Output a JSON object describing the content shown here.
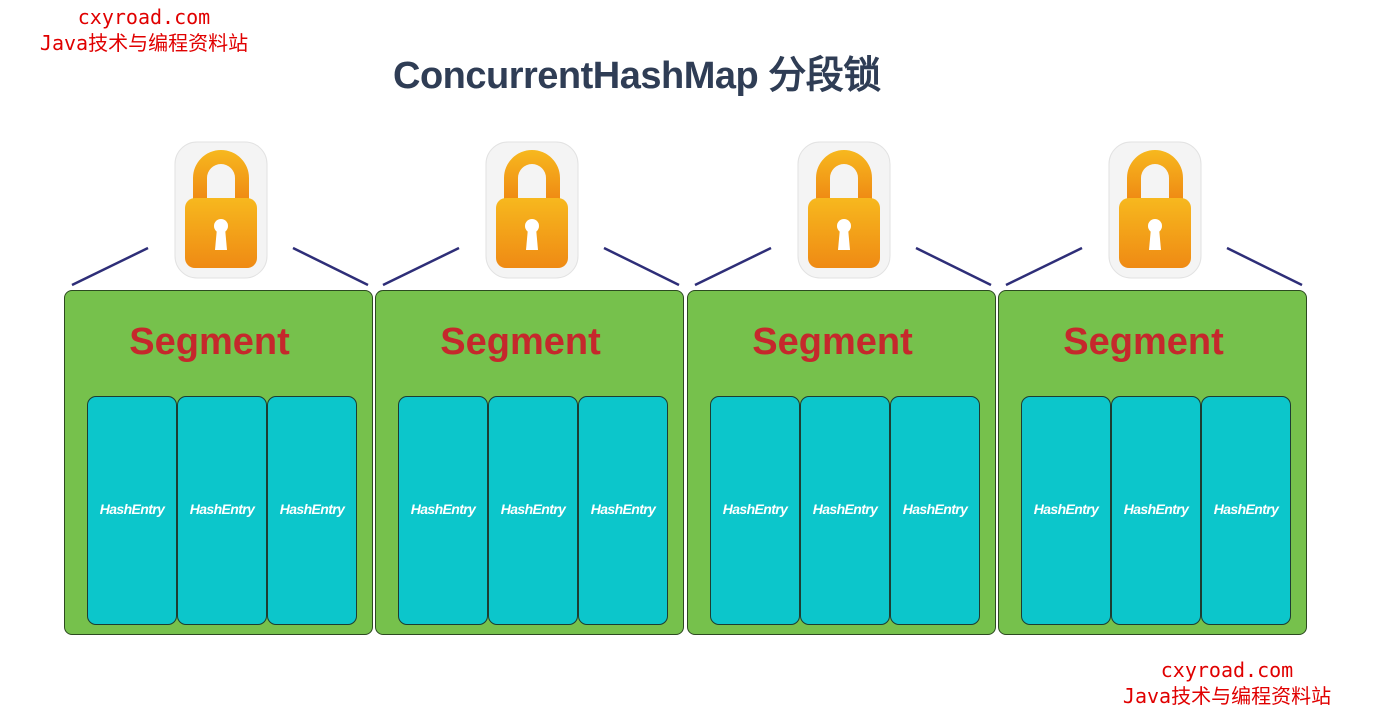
{
  "watermark": {
    "line1": "cxyroad.com",
    "line2": "Java技术与编程资料站"
  },
  "title": "ConcurrentHashMap 分段锁",
  "segments": [
    {
      "label": "Segment",
      "entries": [
        "HashEntry",
        "HashEntry",
        "HashEntry"
      ]
    },
    {
      "label": "Segment",
      "entries": [
        "HashEntry",
        "HashEntry",
        "HashEntry"
      ]
    },
    {
      "label": "Segment",
      "entries": [
        "HashEntry",
        "HashEntry",
        "HashEntry"
      ]
    },
    {
      "label": "Segment",
      "entries": [
        "HashEntry",
        "HashEntry",
        "HashEntry"
      ]
    }
  ],
  "colors": {
    "segment": "#76c14c",
    "entry": "#0cc6cb",
    "segment_text": "#c5282c",
    "lock": "#f39a1a",
    "watermark": "#e00000"
  }
}
